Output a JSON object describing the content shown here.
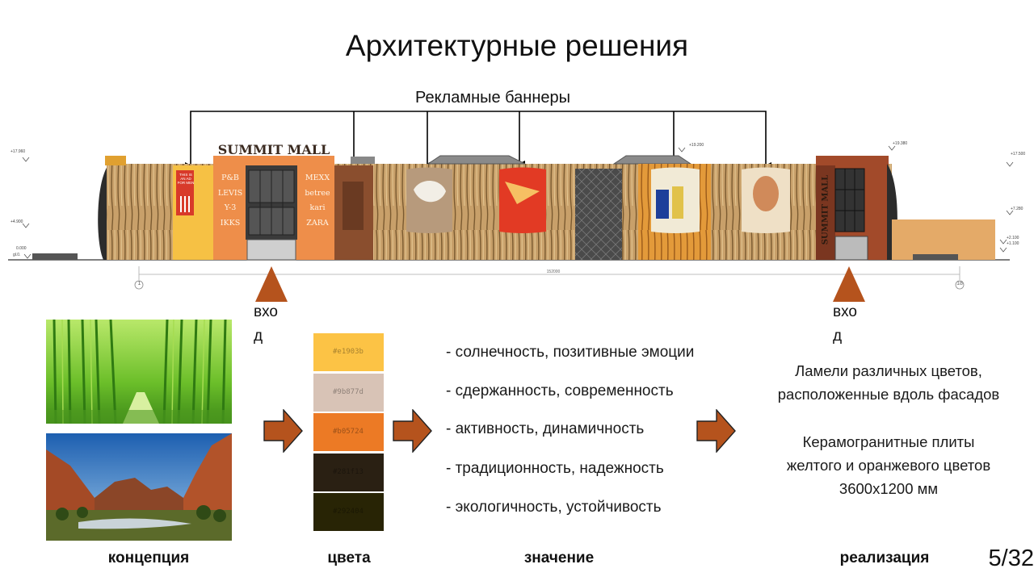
{
  "slide": {
    "title": "Архитектурные решения",
    "banner_label": "Рекламные баннеры",
    "page_number": "5/32"
  },
  "facade": {
    "mall_name": "SUMMIT MALL",
    "side_sign": "SUMMIT MALL",
    "store_list_left": [
      "P&B",
      "LEVIS",
      "Y-3",
      "IKKS"
    ],
    "store_list_right": [
      "MEXX",
      "betree",
      "kari",
      "ZARA"
    ],
    "ad_banner_text": "THIS IS AN AD FOR MEN",
    "elevations": [
      "+17.960",
      "+4.900",
      "0.000",
      "+19.200",
      "+19.380",
      "+17.500",
      "+7.280",
      "+2.100",
      "+1.100"
    ],
    "ground_mark": "gl.0.",
    "axis_left": "1",
    "axis_right": "18",
    "dimension": "152000",
    "entrance_left": [
      "вхо",
      "д"
    ],
    "entrance_right": [
      "вхо",
      "д"
    ]
  },
  "colors": {
    "accent_arrow": "#b5531d",
    "swatches": [
      {
        "label": "#e1903b",
        "color": "#fcc345"
      },
      {
        "label": "#9b877d",
        "color": "#d8c3b6"
      },
      {
        "label": "#b05724",
        "color": "#ec7a25"
      },
      {
        "label": "#281f13",
        "color": "#2a2013"
      },
      {
        "label": "#292404",
        "color": "#282405"
      }
    ]
  },
  "meanings": [
    "- солнечность, позитивные эмоции",
    "- сдержанность, современность",
    "- активность, динамичность",
    "- традиционность, надежность",
    "- экологичность, устойчивость"
  ],
  "realization": {
    "lamellae": [
      "Ламели различных цветов,",
      "расположенные вдоль фасадов"
    ],
    "tiles": [
      "Керамогранитные плиты",
      "желтого и оранжевого цветов",
      "3600х1200 мм"
    ]
  },
  "captions": {
    "concept": "концепция",
    "colors": "цвета",
    "meaning": "значение",
    "realization": "реализация"
  }
}
